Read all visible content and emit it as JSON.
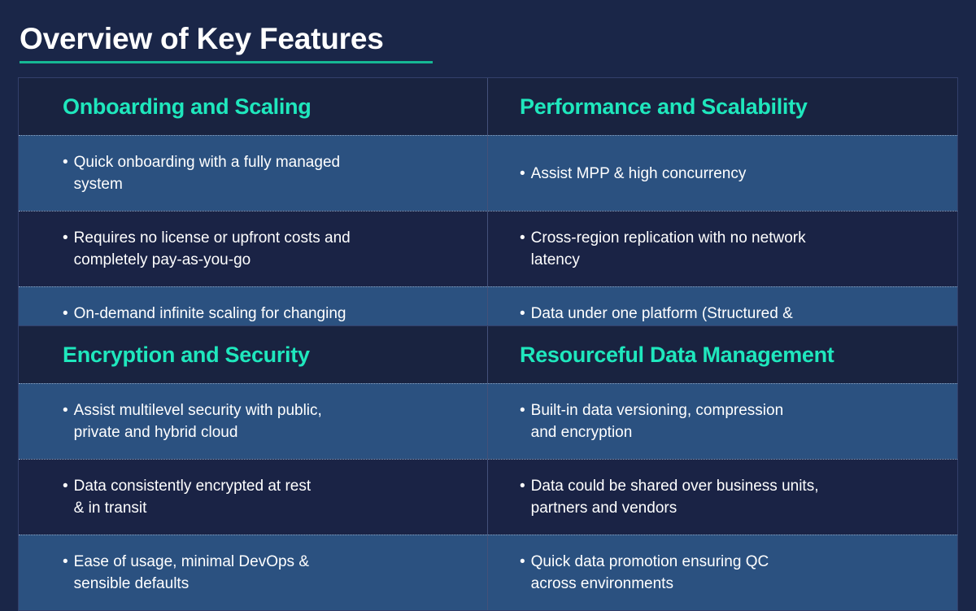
{
  "page": {
    "title": "Overview of Key Features",
    "background_color": "#1a2648",
    "accent_color": "#1fe7bd",
    "underline_color": "#16b894",
    "row_light_color": "#2b5180",
    "row_dark_color": "#1a2345",
    "bullet_glyph": "•"
  },
  "tables": [
    {
      "id": "table-top",
      "columns": [
        {
          "heading": "Onboarding and Scaling",
          "bullets": [
            "Quick onboarding with a fully managed\nsystem",
            "Requires no license or upfront costs and\ncompletely pay-as-you-go",
            "On-demand infinite scaling for changing\nworkloads"
          ]
        },
        {
          "heading": "Performance and Scalability",
          "bullets": [
            "Assist MPP & high concurrency",
            "Cross-region replication with no network\nlatency",
            "Data under one platform (Structured &\nsemi-structured)"
          ]
        }
      ]
    },
    {
      "id": "table-bottom",
      "columns": [
        {
          "heading": "Encryption and Security",
          "bullets": [
            "Assist multilevel security with public,\nprivate and hybrid cloud",
            "Data consistently encrypted at rest\n& in transit",
            "Ease of usage, minimal DevOps &\nsensible defaults"
          ]
        },
        {
          "heading": "Resourceful Data Management",
          "bullets": [
            "Built-in data versioning, compression\nand encryption",
            "Data could be shared over business units,\npartners and vendors",
            "Quick data promotion ensuring QC\nacross environments"
          ]
        }
      ]
    }
  ]
}
